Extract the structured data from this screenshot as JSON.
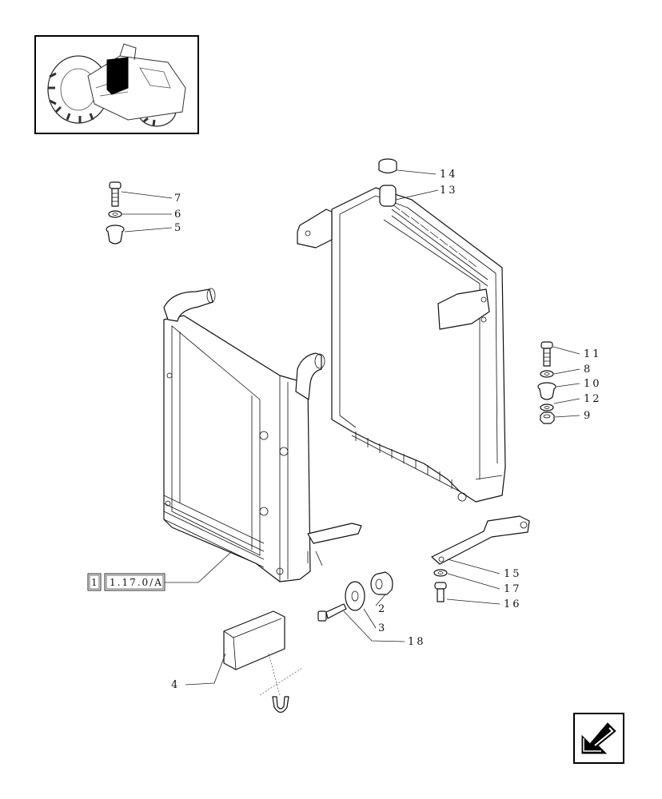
{
  "diagram": {
    "thumbnail_alt": "tractor-location-thumbnail",
    "callouts": [
      {
        "id": "c14",
        "label": "14"
      },
      {
        "id": "c13",
        "label": "13"
      },
      {
        "id": "c7",
        "label": "7"
      },
      {
        "id": "c6",
        "label": "6"
      },
      {
        "id": "c5",
        "label": "5"
      },
      {
        "id": "c11",
        "label": "11"
      },
      {
        "id": "c8",
        "label": "8"
      },
      {
        "id": "c10",
        "label": "10"
      },
      {
        "id": "c12",
        "label": "12"
      },
      {
        "id": "c9",
        "label": "9"
      },
      {
        "id": "c15",
        "label": "15"
      },
      {
        "id": "c17",
        "label": "17"
      },
      {
        "id": "c16",
        "label": "16"
      },
      {
        "id": "c2",
        "label": "2"
      },
      {
        "id": "c3",
        "label": "3"
      },
      {
        "id": "c18",
        "label": "18"
      },
      {
        "id": "c4",
        "label": "4"
      }
    ],
    "reference": {
      "index": "1",
      "code": "1.17.0/A"
    }
  }
}
